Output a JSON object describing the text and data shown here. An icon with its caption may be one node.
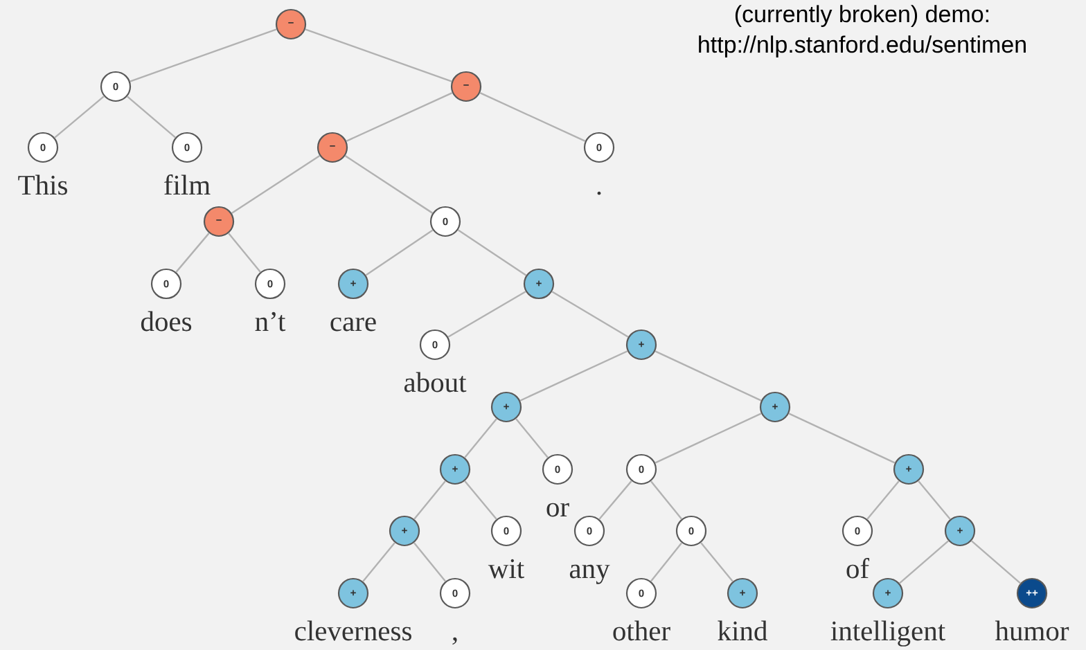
{
  "diagram": {
    "nodes": [
      {
        "text": [
          "−"
        ]
      },
      {
        "text": [
          "0"
        ]
      },
      {
        "text": [
          "0"
        ],
        "beside": [
          "This"
        ]
      },
      {
        "text": [
          "0"
        ],
        "beside": [
          "film"
        ]
      },
      {
        "text": [
          "−"
        ]
      },
      {
        "text": [
          "−"
        ]
      },
      {
        "text": [
          "−"
        ]
      },
      {
        "text": [
          "0"
        ],
        "beside": [
          "does"
        ]
      },
      {
        "text": [
          "0"
        ],
        "beside": [
          "n’t"
        ]
      },
      {
        "text": [
          "0"
        ]
      },
      {
        "text": [
          "+"
        ],
        "beside": [
          "care"
        ]
      },
      {
        "text": [
          "+"
        ]
      },
      {
        "text": [
          "0"
        ],
        "beside": [
          "about"
        ]
      },
      {
        "text": [
          "+"
        ]
      },
      {
        "text": [
          "+"
        ]
      },
      {
        "text": [
          "+"
        ]
      },
      {
        "text": [
          "+"
        ]
      },
      {
        "text": [
          "+"
        ],
        "beside": [
          "cleverness"
        ]
      },
      {
        "text": [
          "0"
        ],
        "beside": [
          ","
        ]
      },
      {
        "text": [
          "0"
        ],
        "beside": [
          "wit"
        ]
      },
      {
        "text": [
          "0"
        ],
        "beside": [
          "or"
        ]
      },
      {
        "text": [
          "+"
        ]
      },
      {
        "text": [
          "0"
        ]
      },
      {
        "text": [
          "0"
        ],
        "beside": [
          "any"
        ]
      },
      {
        "text": [
          "0"
        ]
      },
      {
        "text": [
          "0"
        ],
        "beside": [
          "other"
        ]
      },
      {
        "text": [
          "+"
        ],
        "beside": [
          "kind"
        ]
      },
      {
        "text": [
          "+"
        ]
      },
      {
        "text": [
          "0"
        ],
        "beside": [
          "of"
        ]
      },
      {
        "text": [
          "+"
        ]
      },
      {
        "text": [
          "+"
        ],
        "beside": [
          "intelligent"
        ]
      },
      {
        "text": [
          "++"
        ],
        "beside": [
          "humor"
        ]
      },
      {
        "text": [
          "0"
        ],
        "beside": [
          "."
        ]
      }
    ],
    "edges": [
      {
        "from": 0,
        "to": 1,
        "arrow": "none"
      },
      {
        "from": 0,
        "to": 4,
        "arrow": "none"
      },
      {
        "from": 1,
        "to": 2,
        "arrow": "none"
      },
      {
        "from": 1,
        "to": 3,
        "arrow": "none"
      },
      {
        "from": 4,
        "to": 5,
        "arrow": "none"
      },
      {
        "from": 4,
        "to": 32,
        "arrow": "none"
      },
      {
        "from": 5,
        "to": 6,
        "arrow": "none"
      },
      {
        "from": 5,
        "to": 9,
        "arrow": "none"
      },
      {
        "from": 6,
        "to": 7,
        "arrow": "none"
      },
      {
        "from": 6,
        "to": 8,
        "arrow": "none"
      },
      {
        "from": 9,
        "to": 10,
        "arrow": "none"
      },
      {
        "from": 9,
        "to": 11,
        "arrow": "none"
      },
      {
        "from": 11,
        "to": 12,
        "arrow": "none"
      },
      {
        "from": 11,
        "to": 13,
        "arrow": "none"
      },
      {
        "from": 13,
        "to": 14,
        "arrow": "none"
      },
      {
        "from": 13,
        "to": 21,
        "arrow": "none"
      },
      {
        "from": 14,
        "to": 15,
        "arrow": "none"
      },
      {
        "from": 14,
        "to": 20,
        "arrow": "none"
      },
      {
        "from": 15,
        "to": 16,
        "arrow": "none"
      },
      {
        "from": 15,
        "to": 19,
        "arrow": "none"
      },
      {
        "from": 16,
        "to": 17,
        "arrow": "none"
      },
      {
        "from": 16,
        "to": 18,
        "arrow": "none"
      },
      {
        "from": 21,
        "to": 22,
        "arrow": "none"
      },
      {
        "from": 21,
        "to": 27,
        "arrow": "none"
      },
      {
        "from": 22,
        "to": 23,
        "arrow": "none"
      },
      {
        "from": 22,
        "to": 24,
        "arrow": "none"
      },
      {
        "from": 24,
        "to": 25,
        "arrow": "none"
      },
      {
        "from": 24,
        "to": 26,
        "arrow": "none"
      },
      {
        "from": 27,
        "to": 28,
        "arrow": "none"
      },
      {
        "from": 27,
        "to": 29,
        "arrow": "none"
      },
      {
        "from": 29,
        "to": 30,
        "arrow": "none"
      },
      {
        "from": 29,
        "to": 31,
        "arrow": "none"
      }
    ],
    "labels": [
      "(currently broken) demo:",
      "http://nlp.stanford.edu/sentimen"
    ]
  }
}
